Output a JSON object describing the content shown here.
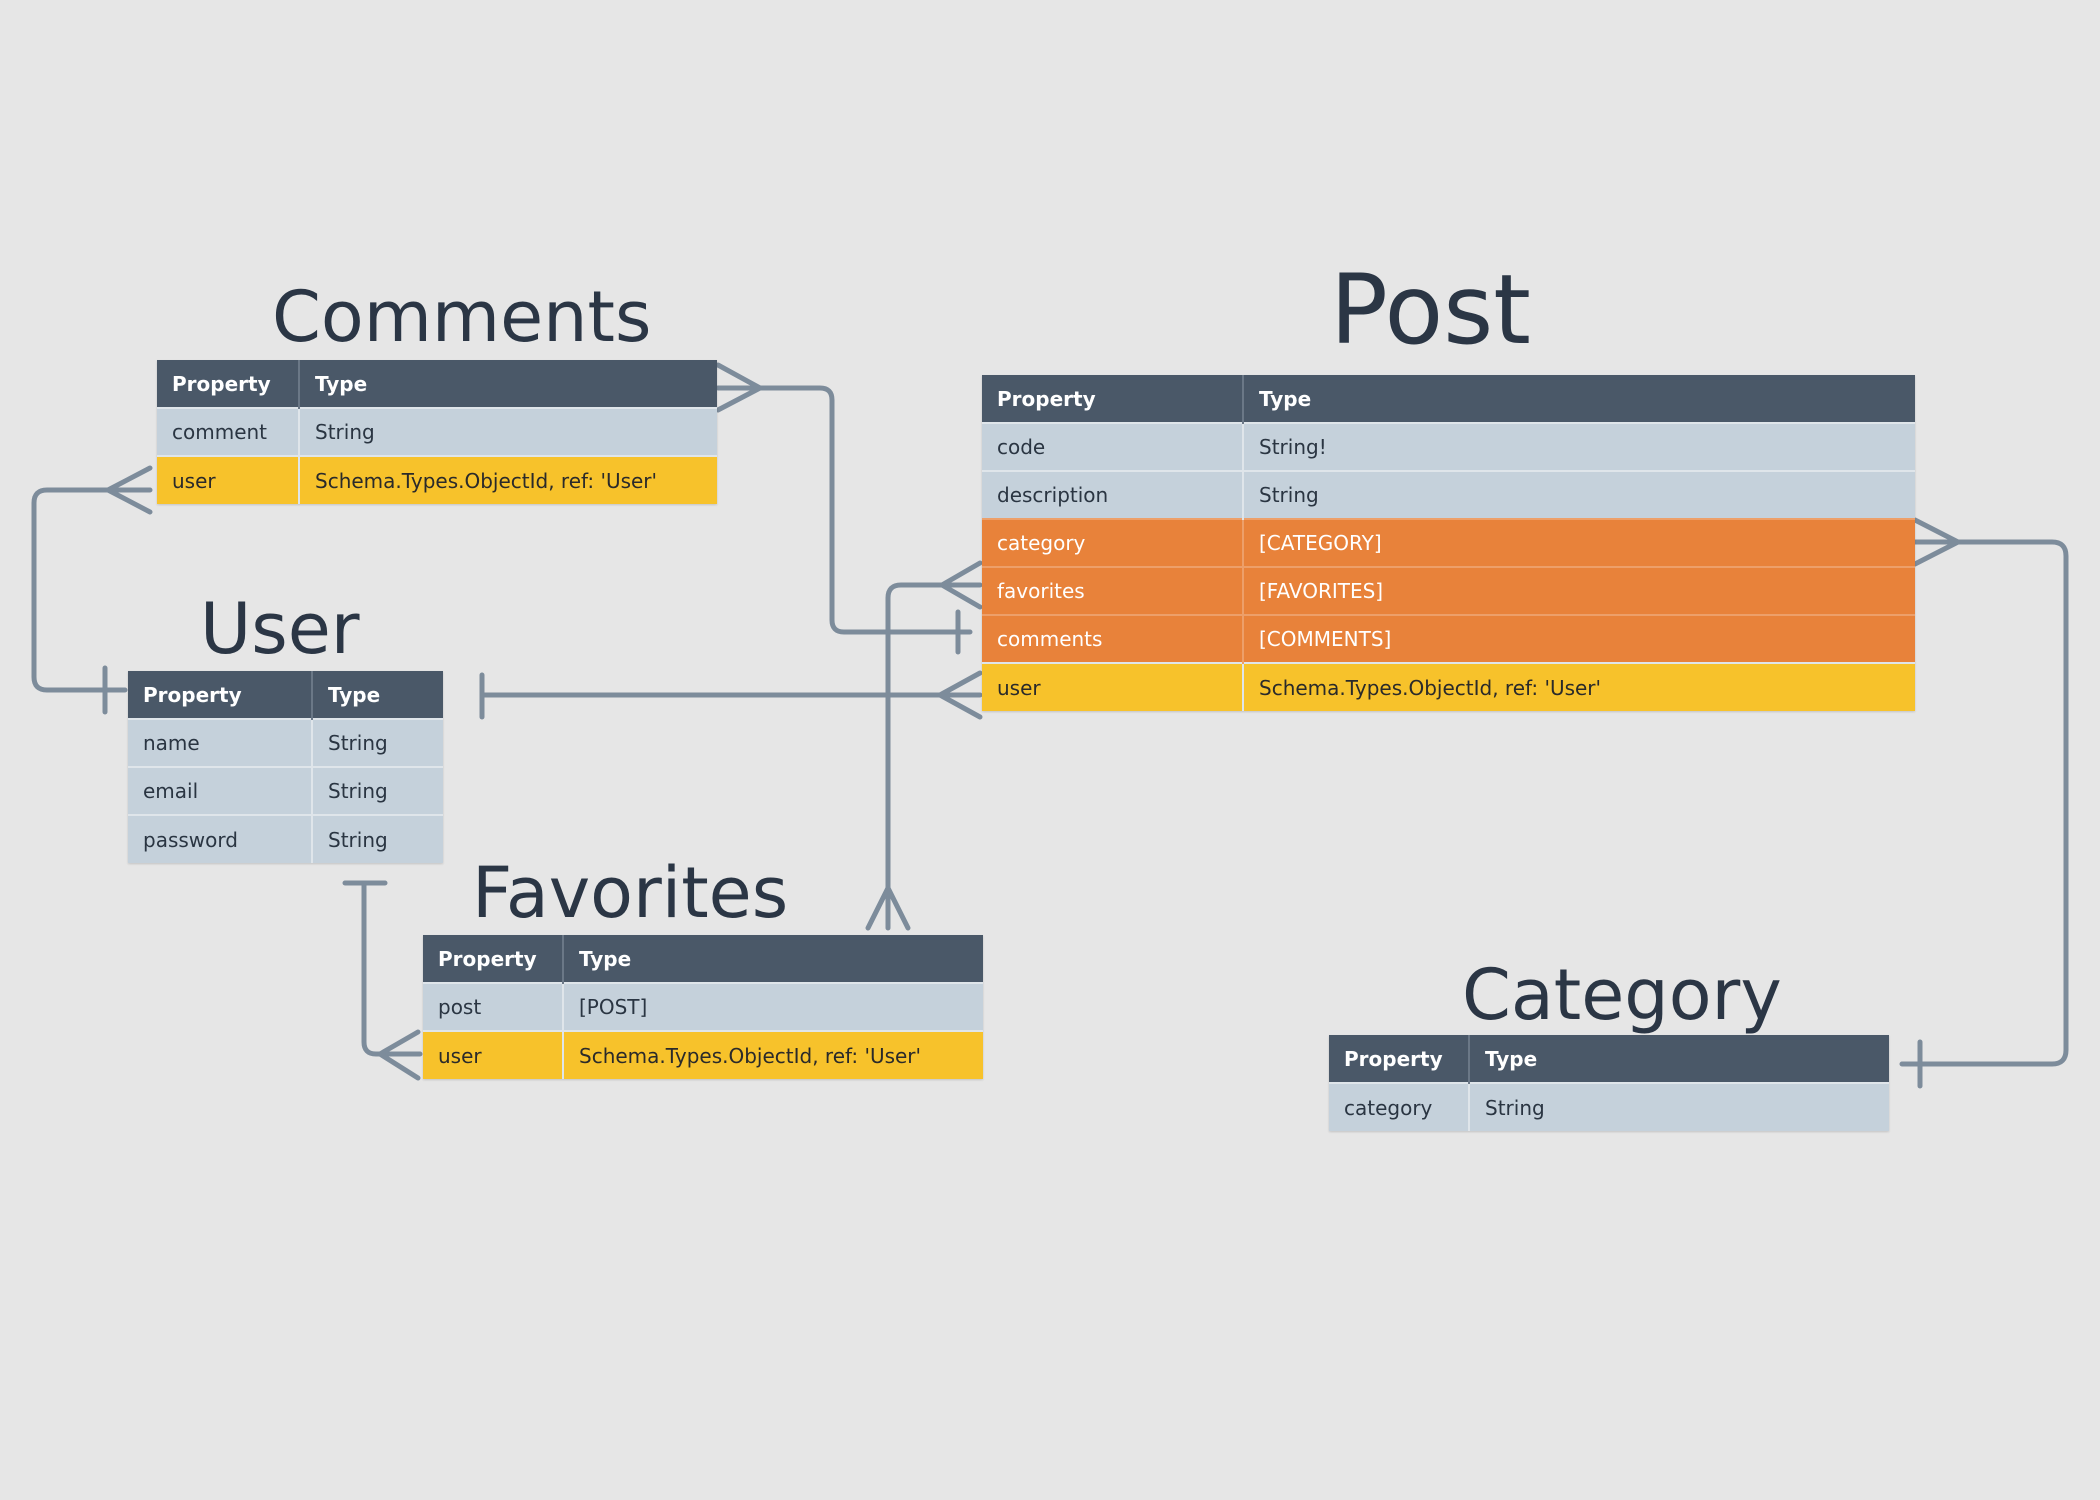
{
  "header": {
    "property": "Property",
    "type": "Type"
  },
  "colors": {
    "background": "#e6e6e6",
    "header": "#4a5868",
    "row_plain": "#c5d1db",
    "row_reference": "#f7c22b",
    "row_relation": "#e8823a",
    "connector": "#7d8c9b"
  },
  "entities": {
    "comments": {
      "title": "Comments",
      "rows": [
        {
          "property": "comment",
          "type": "String",
          "style": "plain"
        },
        {
          "property": "user",
          "type": "Schema.Types.ObjectId, ref: 'User'",
          "style": "reference"
        }
      ]
    },
    "user": {
      "title": "User",
      "rows": [
        {
          "property": "name",
          "type": "String",
          "style": "plain"
        },
        {
          "property": "email",
          "type": "String",
          "style": "plain"
        },
        {
          "property": "password",
          "type": "String",
          "style": "plain"
        }
      ]
    },
    "favorites": {
      "title": "Favorites",
      "rows": [
        {
          "property": "post",
          "type": "[POST]",
          "style": "plain"
        },
        {
          "property": "user",
          "type": "Schema.Types.ObjectId, ref: 'User'",
          "style": "reference"
        }
      ]
    },
    "post": {
      "title": "Post",
      "rows": [
        {
          "property": "code",
          "type": "String!",
          "style": "plain"
        },
        {
          "property": "description",
          "type": "String",
          "style": "plain"
        },
        {
          "property": "category",
          "type": "[CATEGORY]",
          "style": "relation"
        },
        {
          "property": "favorites",
          "type": "[FAVORITES]",
          "style": "relation"
        },
        {
          "property": "comments",
          "type": "[COMMENTS]",
          "style": "relation"
        },
        {
          "property": "user",
          "type": "Schema.Types.ObjectId, ref: 'User'",
          "style": "reference"
        }
      ]
    },
    "category": {
      "title": "Category",
      "rows": [
        {
          "property": "category",
          "type": "String",
          "style": "plain"
        }
      ]
    }
  },
  "relationships": [
    {
      "from": "comments",
      "from_end": "many",
      "to": "post",
      "to_end": "one"
    },
    {
      "from": "user",
      "from_end": "one",
      "to": "comments",
      "to_end": "many"
    },
    {
      "from": "user",
      "from_end": "one",
      "to": "post",
      "to_end": "many"
    },
    {
      "from": "user",
      "from_end": "one",
      "to": "favorites",
      "to_end": "many"
    },
    {
      "from": "favorites",
      "from_end": "many",
      "to": "post",
      "to_end": "many"
    },
    {
      "from": "post",
      "from_end": "many",
      "to": "category",
      "to_end": "one"
    }
  ]
}
